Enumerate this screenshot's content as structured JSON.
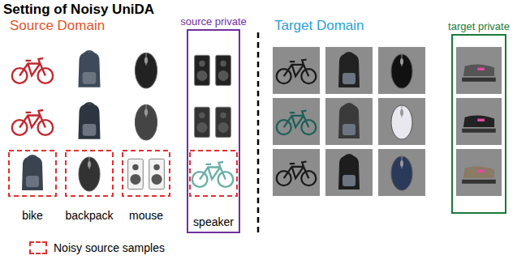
{
  "diagram": {
    "title": "Setting of Noisy UniDA",
    "nodes": [
      {
        "text": [
          "source private",
          "speaker"
        ]
      },
      {
        "text": [
          "target private"
        ]
      }
    ],
    "labels": [
      "Source Domain",
      "Target Domain",
      "bike",
      "backpack",
      "mouse"
    ],
    "legend": [
      {
        "text": "Noisy source samples"
      }
    ]
  }
}
